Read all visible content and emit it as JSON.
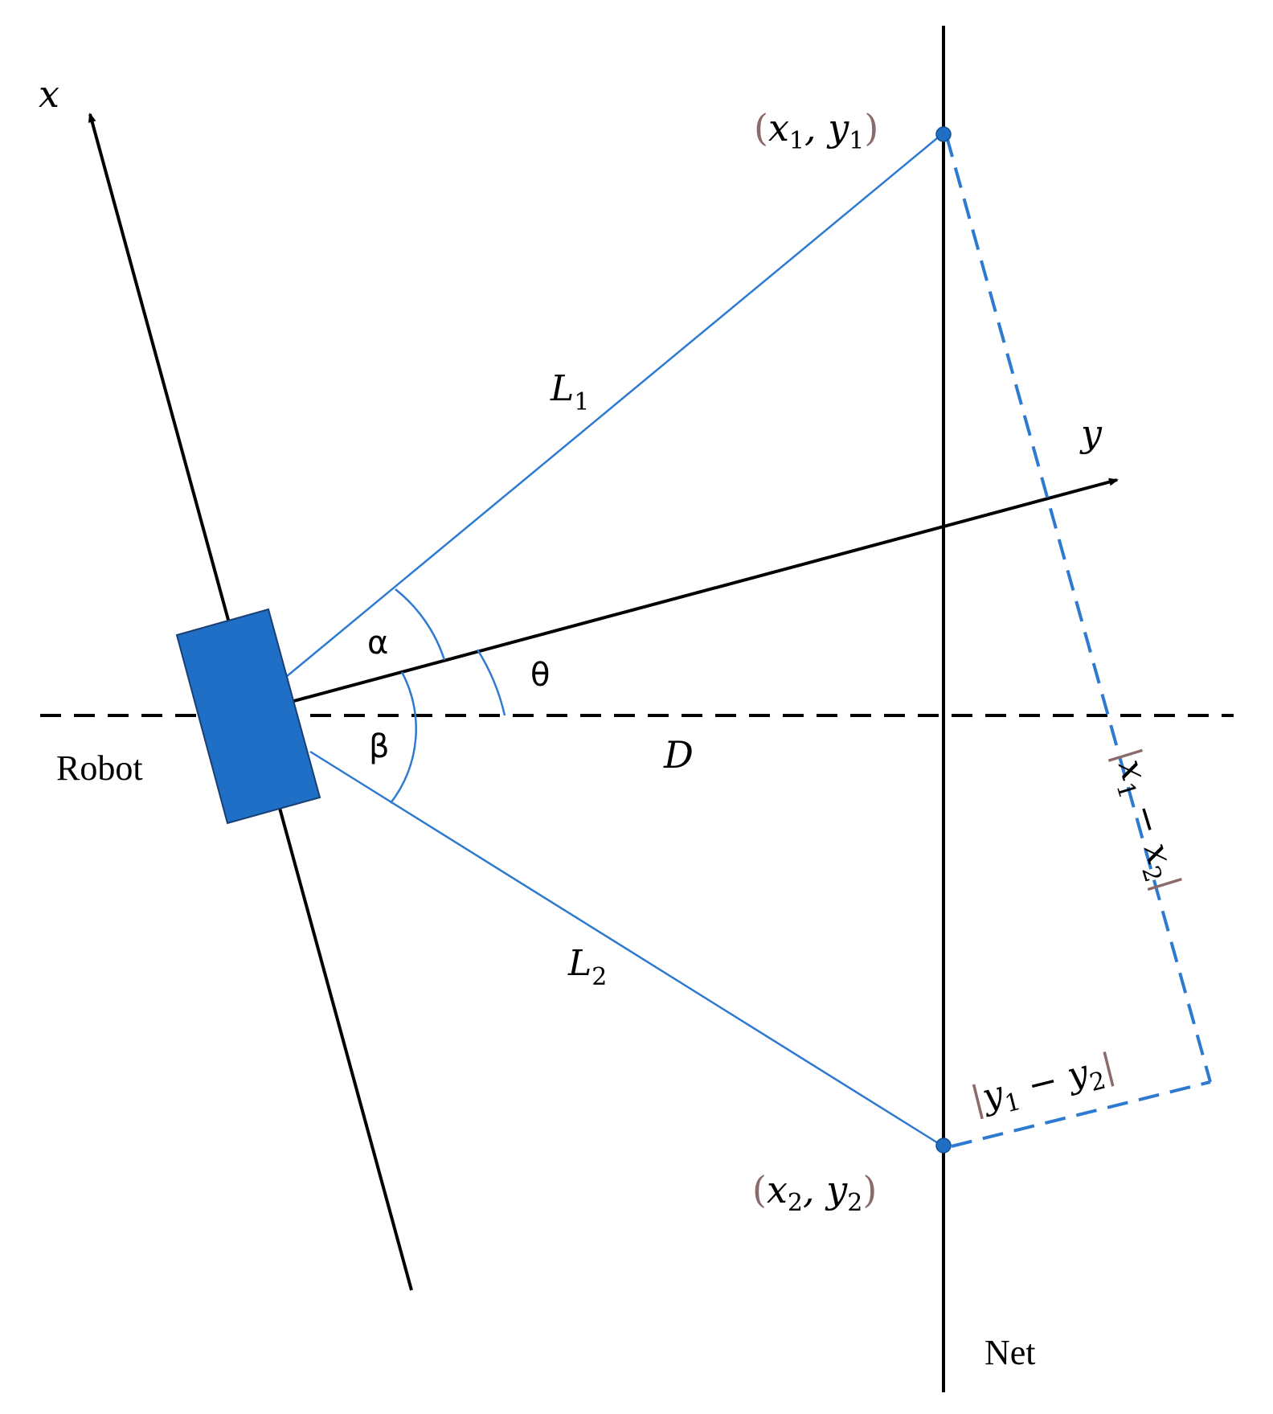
{
  "colors": {
    "robot": "#1f6fc6",
    "blue_line": "#2e7ad1",
    "axis": "#000000",
    "paren": "#8a6a6a"
  },
  "labels": {
    "x_axis": "x",
    "y_axis": "y",
    "robot": "Robot",
    "net": "Net",
    "L1": "L",
    "L1_sub": "1",
    "L2": "L",
    "L2_sub": "2",
    "alpha": "α",
    "beta": "β",
    "theta": "θ",
    "D": "D",
    "p1": {
      "open": "(",
      "x": "x",
      "xs": "1",
      "comma": ", ",
      "y": "y",
      "ys": "1",
      "close": ")"
    },
    "p2": {
      "open": "(",
      "x": "x",
      "xs": "2",
      "comma": ", ",
      "y": "y",
      "ys": "2",
      "close": ")"
    },
    "dx": {
      "bar_l": "|",
      "a": "x",
      "as": "1",
      "minus": " − ",
      "b": "x",
      "bs": "2",
      "bar_r": "|"
    },
    "dy": {
      "bar_l": "|",
      "a": "y",
      "as": "1",
      "minus": " − ",
      "b": "y",
      "bs": "2",
      "bar_r": "|"
    }
  }
}
